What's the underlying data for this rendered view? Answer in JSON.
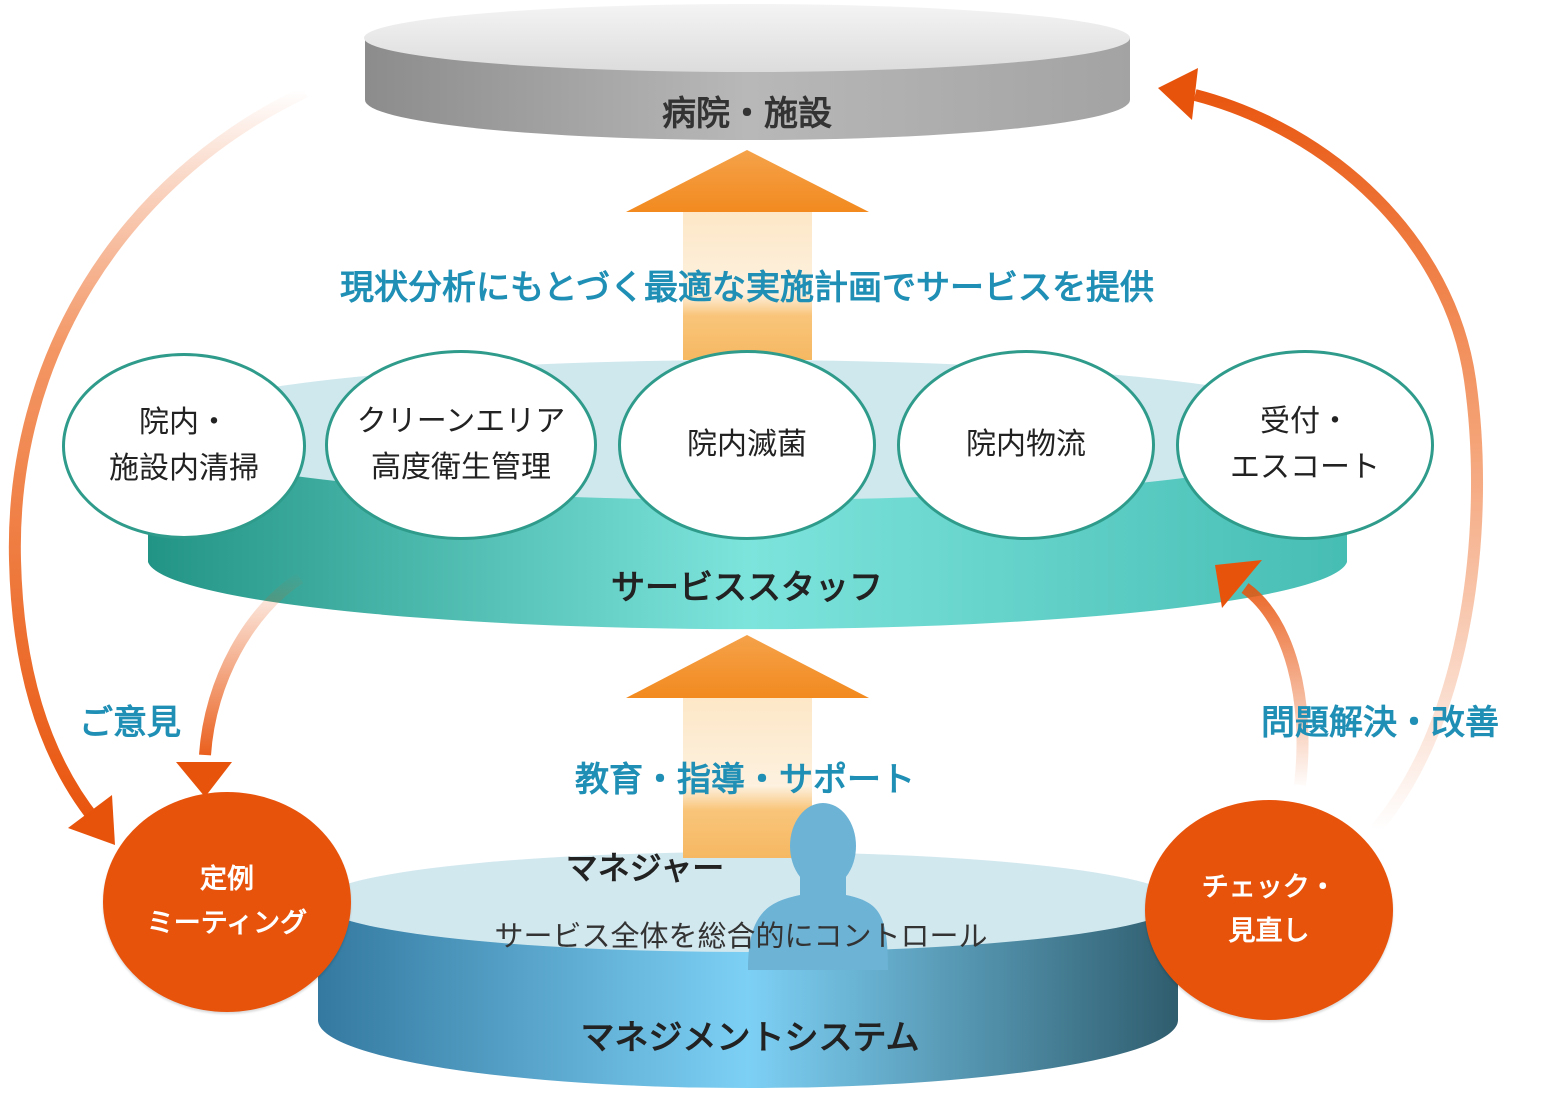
{
  "facility": {
    "label": "病院・施設"
  },
  "service_message": "現状分析にもとづく最適な実施計画でサービスを提供",
  "service_staff": {
    "label": "サービススタッフ",
    "services": [
      {
        "line1": "院内・",
        "line2": "施設内清掃"
      },
      {
        "line1": "クリーンエリア",
        "line2": "高度衛生管理"
      },
      {
        "line1": "院内滅菌",
        "line2": ""
      },
      {
        "line1": "院内物流",
        "line2": ""
      },
      {
        "line1": "受付・",
        "line2": "エスコート"
      }
    ]
  },
  "support_message": "教育・指導・サポート",
  "manager": {
    "label": "マネジャー",
    "description": "サービス全体を総合的にコントロール",
    "icon": "person-silhouette-icon"
  },
  "management_system": {
    "label": "マネジメントシステム"
  },
  "meeting": {
    "line1": "定例",
    "line2": "ミーティング"
  },
  "check": {
    "line1": "チェック・",
    "line2": "見直し"
  },
  "feedback_label": "ご意見",
  "improvement_label": "問題解決・改善",
  "colors": {
    "orange": "#e8530c",
    "arrow_orange": "#f7941d",
    "teal": "#2e9b8b",
    "blue_text": "#1f8fb5",
    "gray_top": "#b3b3b3",
    "system_blue": "#3d8fb8"
  }
}
